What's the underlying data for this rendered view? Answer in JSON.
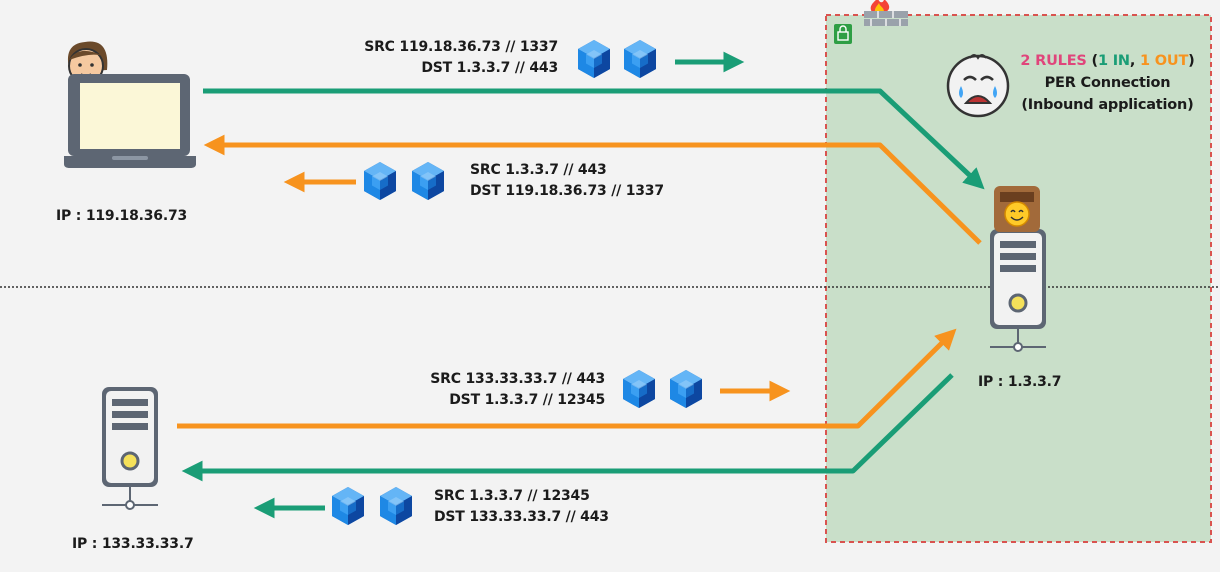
{
  "colors": {
    "green": "#1a9d76",
    "orange": "#f7931e",
    "zone_fill": "#c9dfc9",
    "zone_border": "#d9534f",
    "rules_pink": "#e0457b"
  },
  "client": {
    "ip_label": "IP : 119.18.36.73",
    "request": {
      "src": "SRC 119.18.36.73 // 1337",
      "dst": "DST 1.3.3.7 // 443"
    },
    "response": {
      "src": "SRC 1.3.3.7 // 443",
      "dst": "DST 119.18.36.73 // 1337"
    }
  },
  "server": {
    "ip_label": "IP : 1.3.3.7"
  },
  "remote": {
    "ip_label": "IP : 133.33.33.7",
    "request": {
      "src": "SRC 133.33.33.7 // 443",
      "dst": "DST 1.3.3.7 // 12345"
    },
    "response": {
      "src": "SRC 1.3.3.7 // 12345",
      "dst": "DST 133.33.33.7 // 443"
    }
  },
  "rules": {
    "count": "2 RULES",
    "open_paren": " (",
    "in": "1 IN",
    "sep": ", ",
    "out": "1 OUT",
    "close_paren": ")",
    "line2": "PER Connection",
    "line3": "(Inbound application)"
  },
  "icons": {
    "client": "laptop-user-icon",
    "server": "server-tower-icon",
    "remote": "server-tower-icon",
    "packet": "packet-cube-icon",
    "lock": "lock-icon",
    "firewall": "firewall-icon",
    "crying": "crying-face-icon",
    "app": "app-emoji-icon"
  }
}
